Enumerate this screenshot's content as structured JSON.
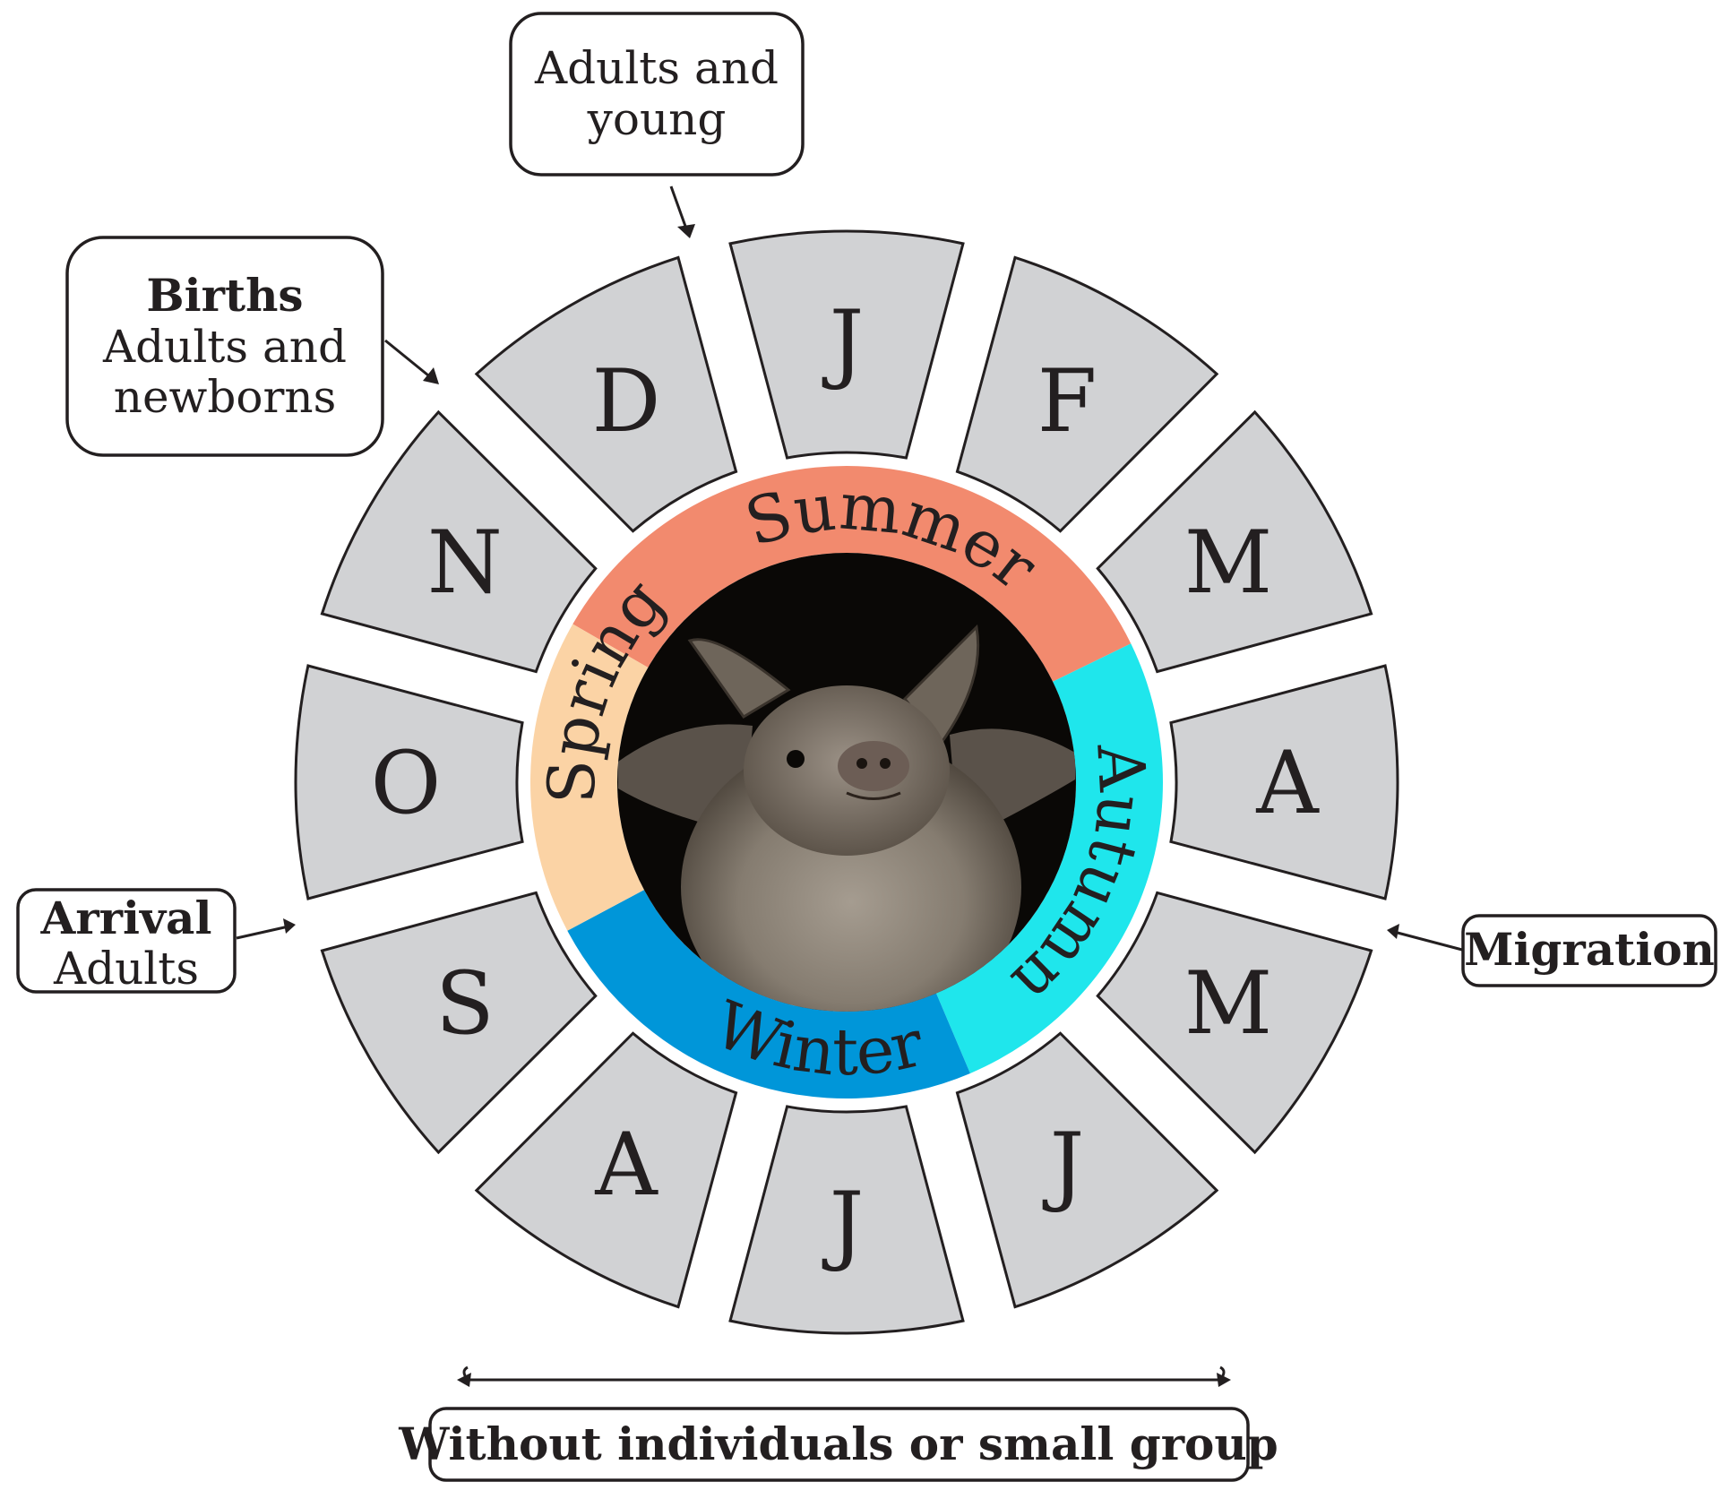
{
  "months": [
    "J",
    "F",
    "M",
    "A",
    "M",
    "J",
    "J",
    "A",
    "S",
    "O",
    "N",
    "D"
  ],
  "seasons": [
    {
      "name": "Summer",
      "color": "#f28a6e"
    },
    {
      "name": "Autumn",
      "color": "#1fe6ec"
    },
    {
      "name": "Winter",
      "color": "#0096d9"
    },
    {
      "name": "Spring",
      "color": "#fbd3a5"
    }
  ],
  "callouts": {
    "adults_young": {
      "line1": "Adults and",
      "line2": "young"
    },
    "births": {
      "title": "Births",
      "line1": "Adults and",
      "line2": "newborns"
    },
    "arrival": {
      "title": "Arrival",
      "line1": "Adults"
    },
    "migration": {
      "title": "Migration"
    },
    "without": {
      "title": "Without individuals or small group"
    }
  },
  "colors": {
    "segment_fill": "#d1d2d4",
    "outline": "#231f20",
    "photo_background": "#0a0806",
    "bat_fur": "#8d8478"
  },
  "icons": {
    "center": "bat-photo"
  }
}
